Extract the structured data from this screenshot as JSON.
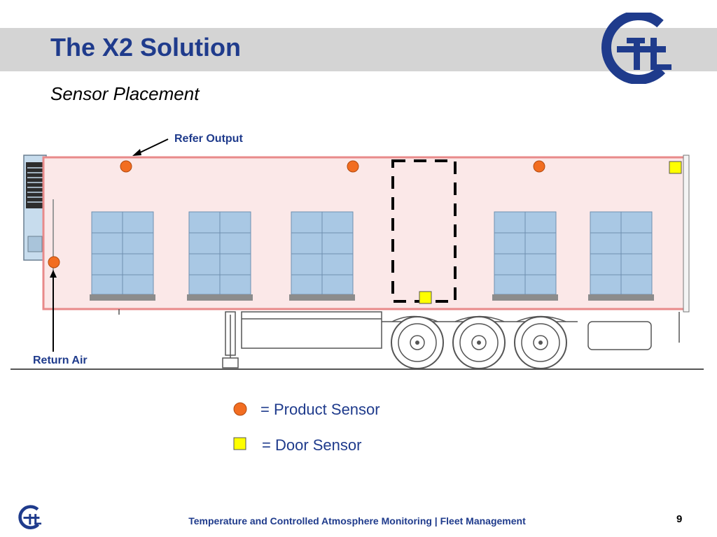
{
  "slide": {
    "title": "The X2 Solution",
    "subtitle": "Sensor Placement",
    "page_number": "9",
    "footer": "Temperature and Controlled Atmosphere Monitoring | Fleet Management"
  },
  "diagram": {
    "label_refer_output": "Refer Output",
    "label_return_air": "Return Air"
  },
  "legend": {
    "product_sensor": "= Product Sensor",
    "door_sensor": "= Door Sensor"
  },
  "colors": {
    "title_blue": "#1f3b8c",
    "header_gray": "#d4d4d4",
    "trailer_fill": "#fbe8e8",
    "trailer_border": "#e88a8a",
    "product_sensor": "#f26d21",
    "door_sensor": "#ffff00",
    "pallet_blue": "#a9c8e4",
    "logo_blue": "#1f3b8c"
  },
  "icons": {
    "logo": "ctl-logo",
    "product_sensor": "orange-circle",
    "door_sensor": "yellow-square"
  }
}
